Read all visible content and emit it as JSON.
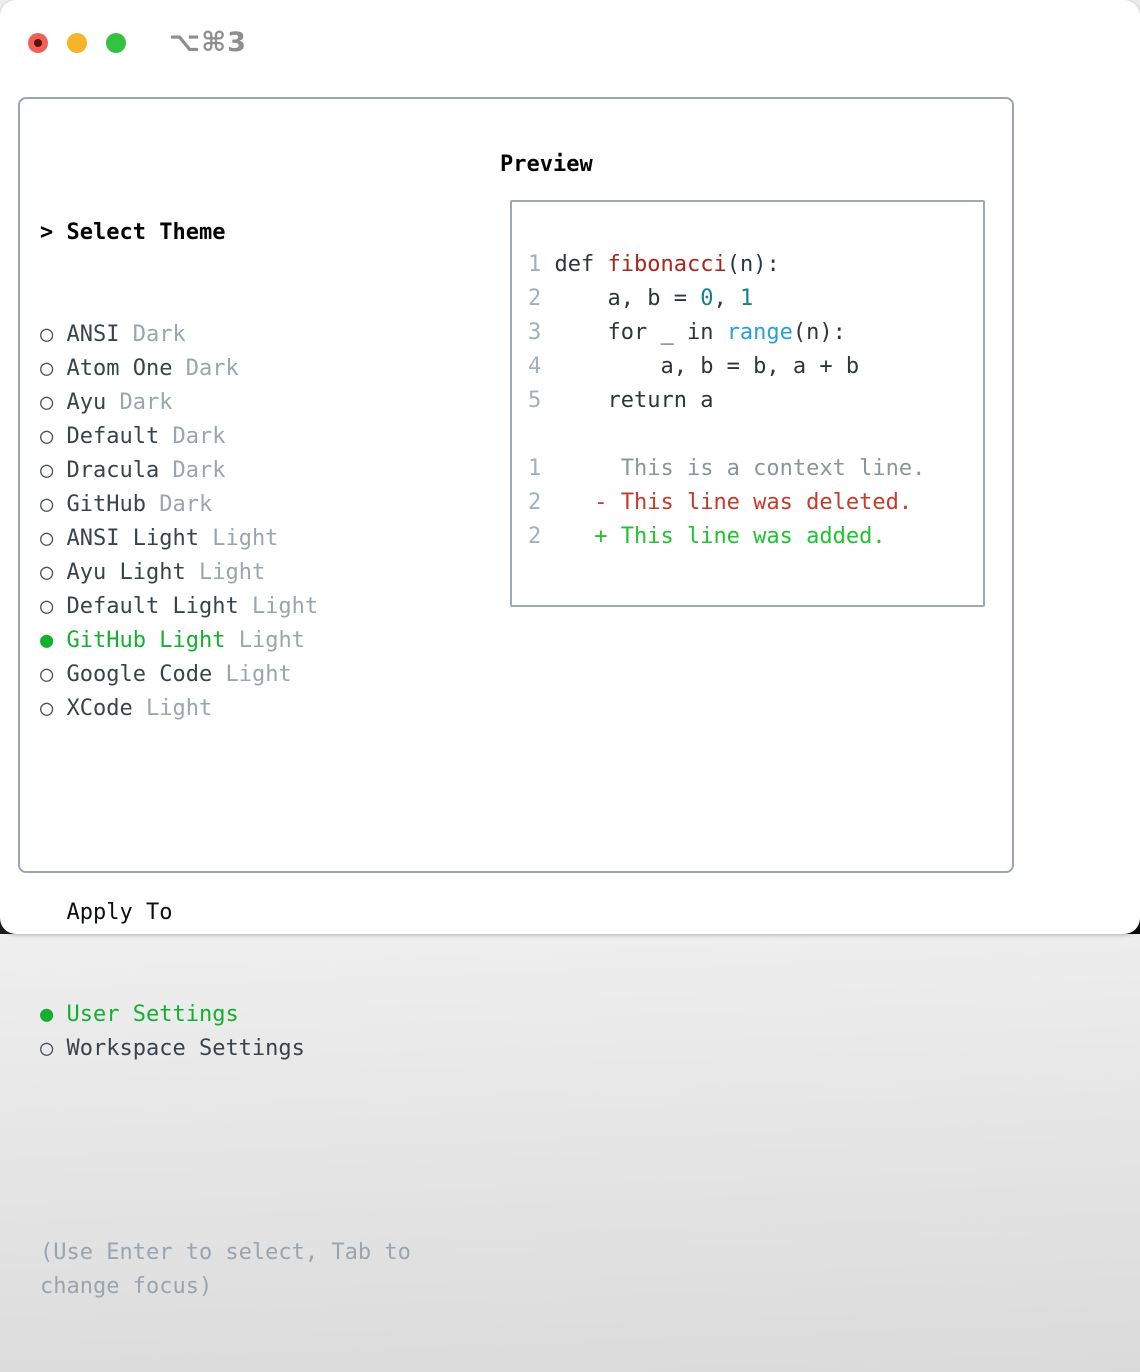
{
  "window": {
    "title": "⌥⌘3",
    "traffic_lights": [
      {
        "name": "close",
        "color": "#f25f58"
      },
      {
        "name": "minimize",
        "color": "#f7b32a"
      },
      {
        "name": "zoom",
        "color": "#33c341"
      }
    ]
  },
  "glyphs": {
    "radio_unselected": "○",
    "radio_selected": "●",
    "prompt": ">"
  },
  "theme_panel": {
    "prompt": ">",
    "header": "Select Theme",
    "themes": [
      {
        "name": "ANSI",
        "variant": "Dark",
        "selected": false
      },
      {
        "name": "Atom One",
        "variant": "Dark",
        "selected": false
      },
      {
        "name": "Ayu",
        "variant": "Dark",
        "selected": false
      },
      {
        "name": "Default",
        "variant": "Dark",
        "selected": false
      },
      {
        "name": "Dracula",
        "variant": "Dark",
        "selected": false
      },
      {
        "name": "GitHub",
        "variant": "Dark",
        "selected": false
      },
      {
        "name": "ANSI Light",
        "variant": "Light",
        "selected": false
      },
      {
        "name": "Ayu Light",
        "variant": "Light",
        "selected": false
      },
      {
        "name": "Default Light",
        "variant": "Light",
        "selected": false
      },
      {
        "name": "GitHub Light",
        "variant": "Light",
        "selected": true
      },
      {
        "name": "Google Code",
        "variant": "Light",
        "selected": false
      },
      {
        "name": "XCode",
        "variant": "Light",
        "selected": false
      }
    ],
    "apply_to": {
      "label": "Apply To",
      "options": [
        {
          "name": "User Settings",
          "selected": true
        },
        {
          "name": "Workspace Settings",
          "selected": false
        }
      ]
    },
    "help_lines": [
      "(Use Enter to select, Tab to",
      "change focus)"
    ]
  },
  "preview": {
    "label": "Preview",
    "lines": [
      [
        {
          "s": "num",
          "t": "1 "
        },
        {
          "s": "plain",
          "t": "def "
        },
        {
          "s": "fn",
          "t": "fibonacci"
        },
        {
          "s": "plain",
          "t": "(n):"
        }
      ],
      [
        {
          "s": "num",
          "t": "2 "
        },
        {
          "s": "plain",
          "t": "    a, b = "
        },
        {
          "s": "lit",
          "t": "0"
        },
        {
          "s": "plain",
          "t": ", "
        },
        {
          "s": "lit",
          "t": "1"
        }
      ],
      [
        {
          "s": "num",
          "t": "3 "
        },
        {
          "s": "plain",
          "t": "    for _ in "
        },
        {
          "s": "call",
          "t": "range"
        },
        {
          "s": "plain",
          "t": "(n):"
        }
      ],
      [
        {
          "s": "num",
          "t": "4 "
        },
        {
          "s": "plain",
          "t": "        a, b = b, a + b"
        }
      ],
      [
        {
          "s": "num",
          "t": "5 "
        },
        {
          "s": "plain",
          "t": "    return a"
        }
      ],
      [],
      [
        {
          "s": "num",
          "t": "1 "
        },
        {
          "s": "ctx",
          "t": "     This is a context line."
        }
      ],
      [
        {
          "s": "num",
          "t": "2 "
        },
        {
          "s": "del",
          "t": "   - This line was deleted."
        }
      ],
      [
        {
          "s": "num",
          "t": "2 "
        },
        {
          "s": "add",
          "t": "   + This line was added."
        }
      ]
    ]
  },
  "colors": {
    "panel_border": "#9aa6b2",
    "selection_green": "#13b02f",
    "added_green": "#1fc32f",
    "deleted_red": "#c8392a",
    "function_red": "#ab241c",
    "number_teal": "#15808a",
    "call_blue": "#2b9fd8",
    "muted_grey": "#9aa5af",
    "line_number_grey": "#a4aebc"
  }
}
